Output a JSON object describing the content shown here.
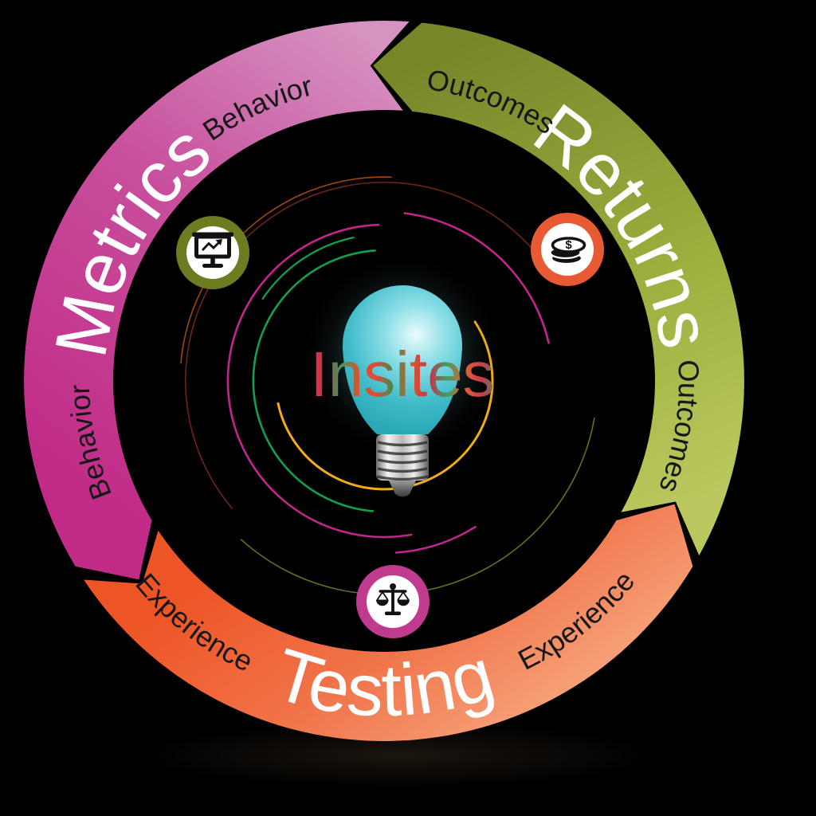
{
  "diagram": {
    "type": "cycle-infographic",
    "background_color": "#000000",
    "center": {
      "brand": "Insites",
      "symbol": "lightbulb-icon",
      "bulb_color": "#35b6c3",
      "brand_gradient": [
        "#e8443c",
        "#c9304e",
        "#3e9b5a",
        "#d9542e",
        "#e04b3a",
        "#388f52",
        "#dd5a2c",
        "#c9304e",
        "#3f9b63",
        "#e0632e",
        "#c93b52",
        "#2f8f5a"
      ]
    },
    "segments": [
      {
        "id": "metrics",
        "label": "Metrics",
        "sublabel": "Behavior",
        "ribbon_color": "#c12b87",
        "ribbon_color_light": "#d693c1",
        "icon": "presentation-chart-icon",
        "icon_bg": "#6e7c21"
      },
      {
        "id": "returns",
        "label": "Returns",
        "sublabel": "Outcomes",
        "ribbon_color": "#76872a",
        "ribbon_color_light": "#bcc85f",
        "icon": "coins-icon",
        "icon_bg": "#e85a33"
      },
      {
        "id": "testing",
        "label": "Testing",
        "sublabel": "Experience",
        "ribbon_color": "#ee5526",
        "ribbon_color_light": "#f6a077",
        "icon": "scales-icon",
        "icon_bg": "#c03a8e"
      }
    ],
    "label_text_color": "#ffffff",
    "sublabel_text_color": "#161616",
    "ring_colors": {
      "magenta": "#c2258c",
      "green": "#13a04e",
      "gold": "#f2ac19",
      "dark_red": "#6f2414",
      "olive": "#6d6d1d",
      "dark_orange": "#a0470f"
    },
    "coin_symbol": "$"
  }
}
